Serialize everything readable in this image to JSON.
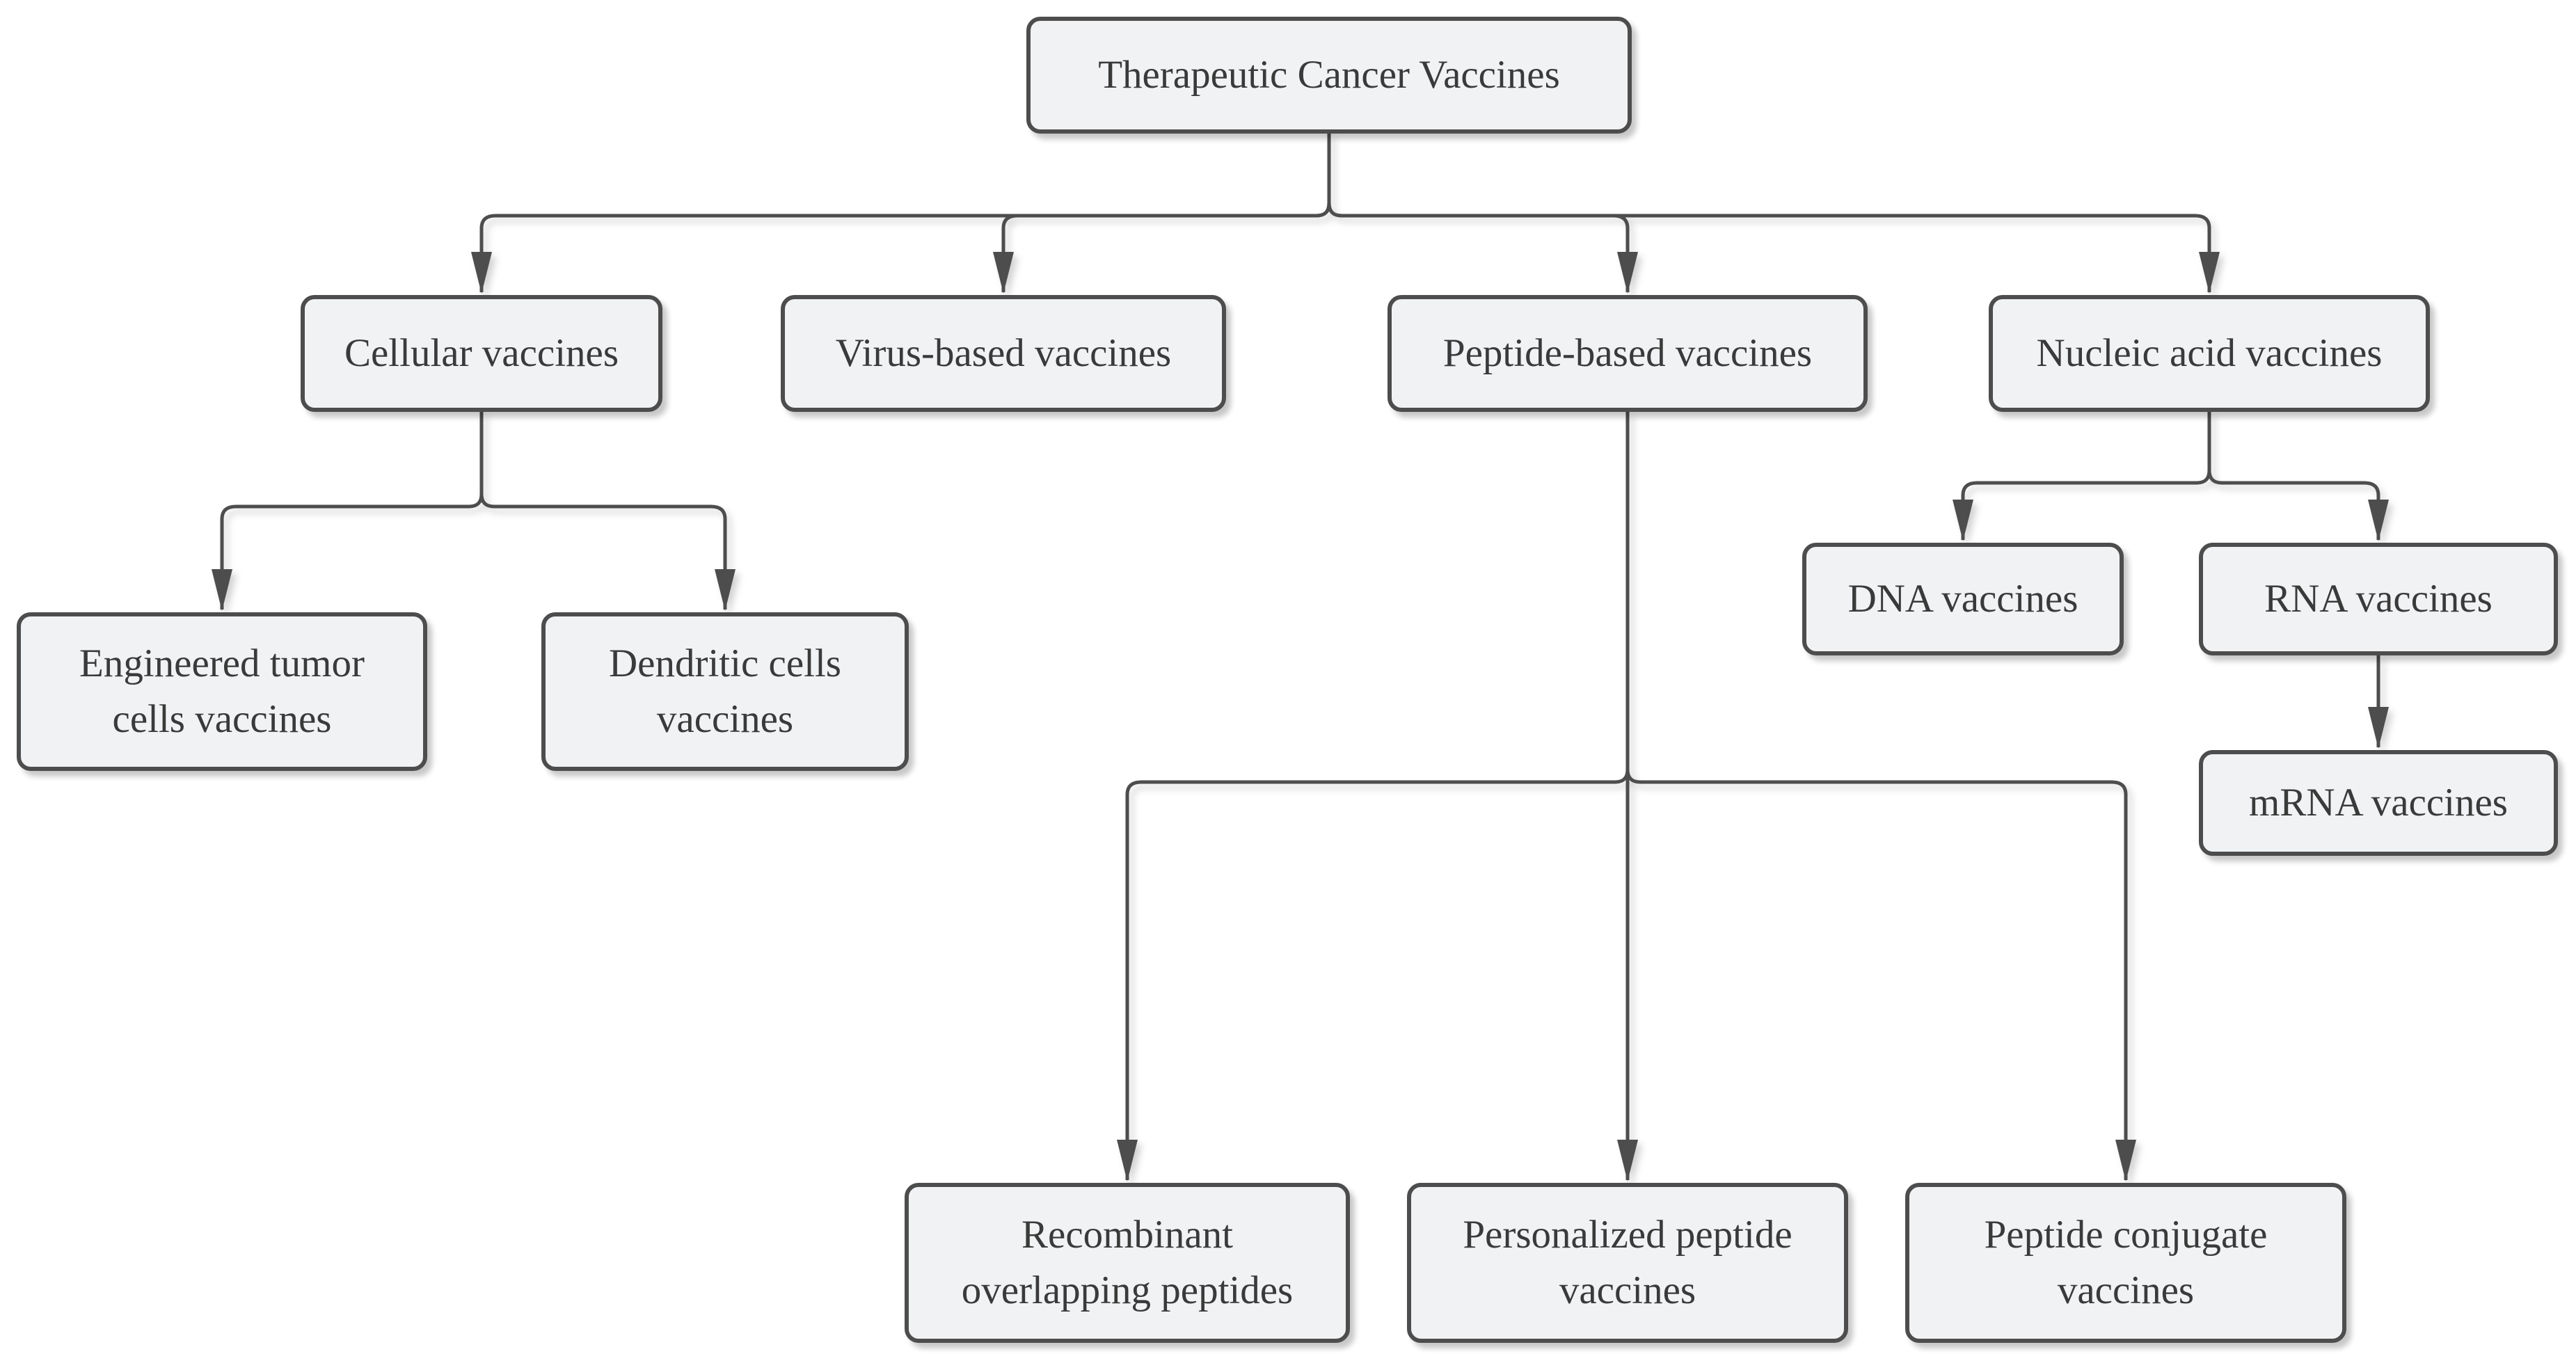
{
  "colors": {
    "background": "#ffffff",
    "node_fill": "#f1f2f4",
    "node_border": "#4d4d4d",
    "text": "#3a3a3a",
    "connector": "#4d4d4d"
  },
  "diagram": {
    "title": "Therapeutic Cancer Vaccines",
    "nodes": {
      "root": {
        "label": "Therapeutic Cancer Vaccines"
      },
      "cellular": {
        "label": "Cellular vaccines"
      },
      "virus": {
        "label": "Virus-based vaccines"
      },
      "peptide": {
        "label": "Peptide-based vaccines"
      },
      "nucleic": {
        "label": "Nucleic acid vaccines"
      },
      "engineered": {
        "label": "Engineered tumor\ncells vaccines"
      },
      "dendritic": {
        "label": "Dendritic cells\nvaccines"
      },
      "dna": {
        "label": "DNA vaccines"
      },
      "rna": {
        "label": "RNA vaccines"
      },
      "mrna": {
        "label": "mRNA vaccines"
      },
      "recombinant": {
        "label": "Recombinant\noverlapping peptides"
      },
      "personalized": {
        "label": "Personalized peptide\nvaccines"
      },
      "conjugate": {
        "label": "Peptide conjugate\nvaccines"
      }
    },
    "edges": [
      {
        "from": "root",
        "to": "cellular"
      },
      {
        "from": "root",
        "to": "virus"
      },
      {
        "from": "root",
        "to": "peptide"
      },
      {
        "from": "root",
        "to": "nucleic"
      },
      {
        "from": "cellular",
        "to": "engineered"
      },
      {
        "from": "cellular",
        "to": "dendritic"
      },
      {
        "from": "peptide",
        "to": "recombinant"
      },
      {
        "from": "peptide",
        "to": "personalized"
      },
      {
        "from": "peptide",
        "to": "conjugate"
      },
      {
        "from": "nucleic",
        "to": "dna"
      },
      {
        "from": "nucleic",
        "to": "rna"
      },
      {
        "from": "rna",
        "to": "mrna"
      }
    ]
  }
}
